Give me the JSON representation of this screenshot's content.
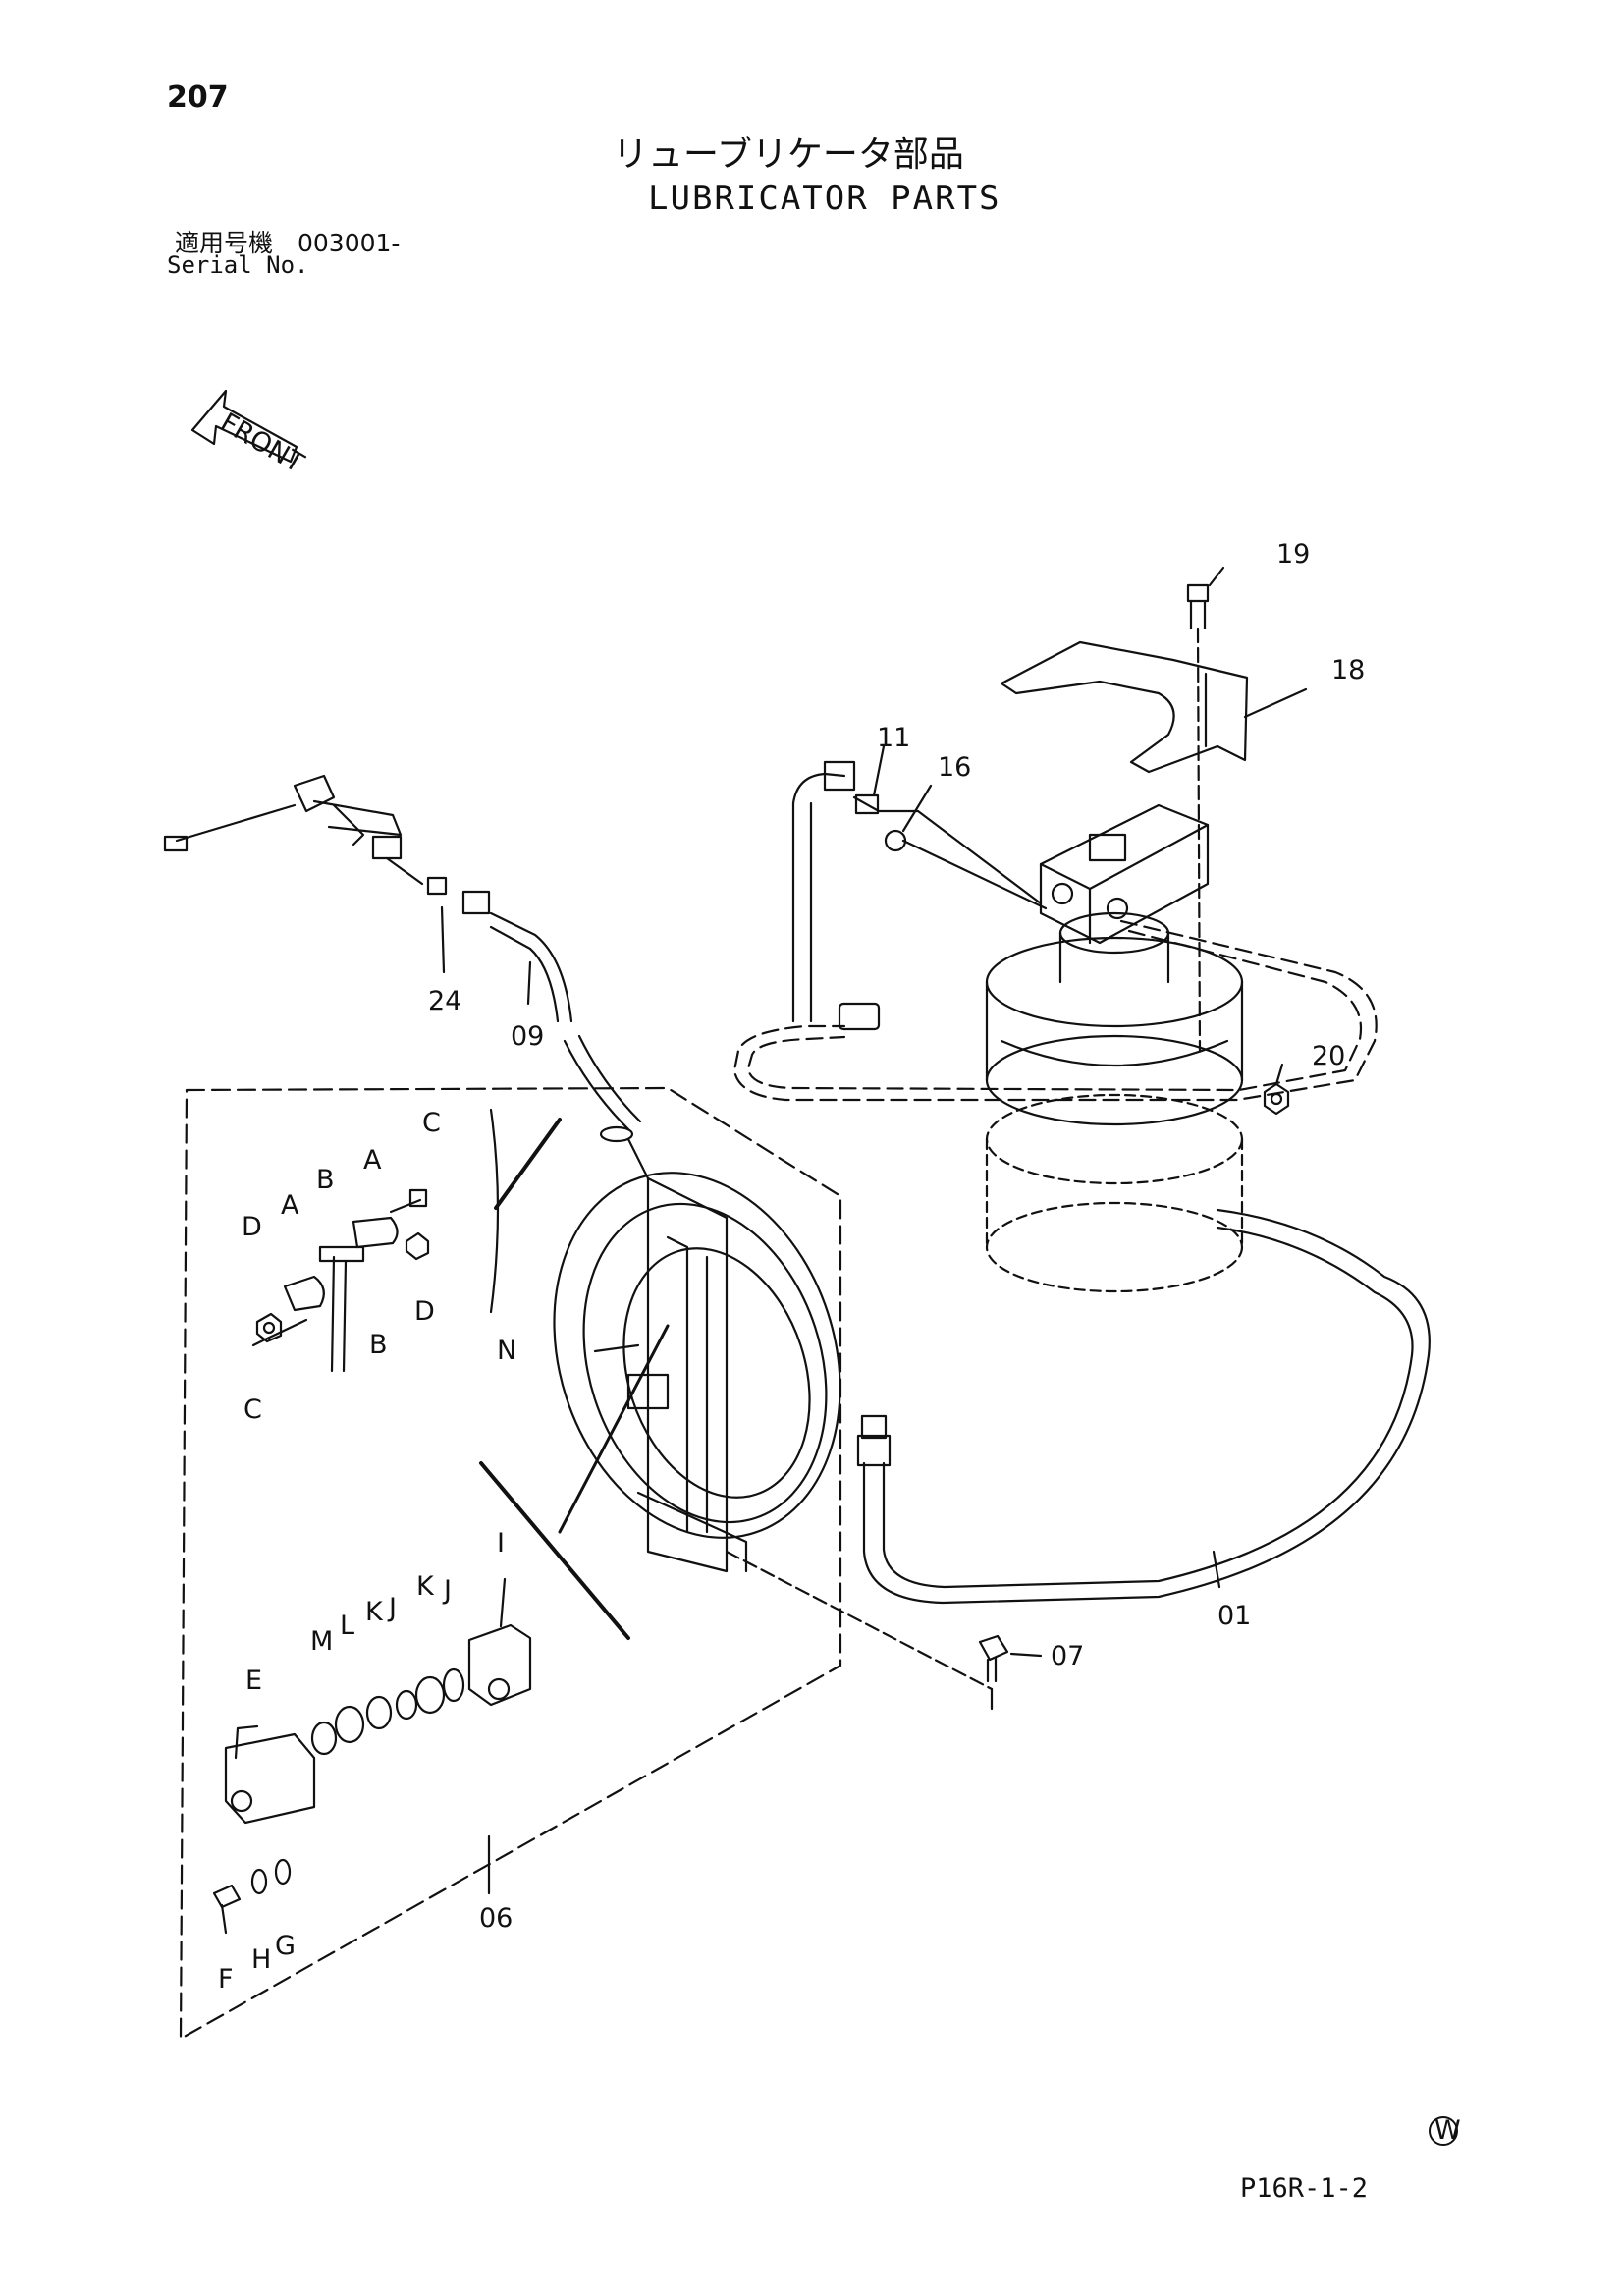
{
  "page": {
    "number": "207",
    "title_jp": "リューブリケータ部品",
    "title_en": "LUBRICATOR PARTS",
    "serial_jp": "適用号機　003001-",
    "serial_label": "Serial No.",
    "plate_id": "P16R-1-2",
    "corner_mark": "W"
  },
  "diagram": {
    "front_label": "FRONT",
    "callouts": {
      "c19": "19",
      "c18": "18",
      "c11": "11",
      "c16": "16",
      "c20": "20",
      "c24": "24",
      "c09": "09",
      "c01": "01",
      "c07": "07",
      "c06": "06",
      "cA1": "A",
      "cA2": "A",
      "cB1": "B",
      "cB2": "B",
      "cC1": "C",
      "cC2": "C",
      "cD1": "D",
      "cD2": "D",
      "cN": "N",
      "cI": "I",
      "cJ1": "J",
      "cJ2": "J",
      "cK1": "K",
      "cK2": "K",
      "cL": "L",
      "cM": "M",
      "cE": "E",
      "cF": "F",
      "cG": "G",
      "cH": "H"
    }
  }
}
